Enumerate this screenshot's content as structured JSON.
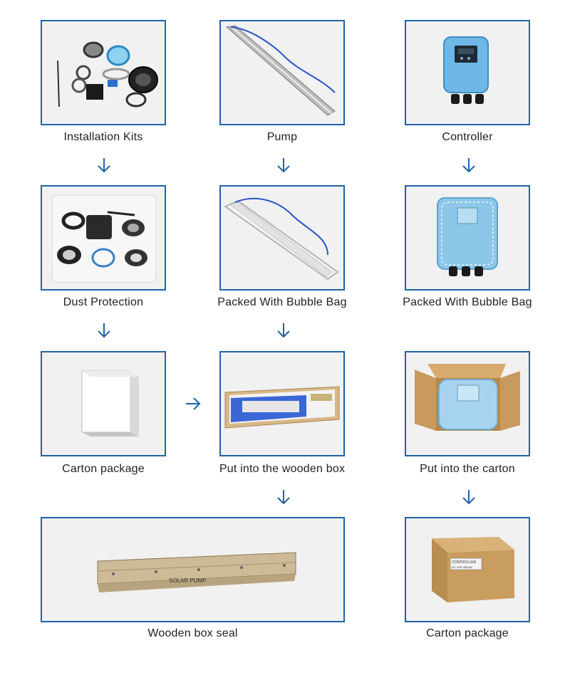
{
  "steps": {
    "installation_kits": "Installation Kits",
    "pump": "Pump",
    "controller": "Controller",
    "dust_protection": "Dust Protection",
    "pump_bubble_bag": "Packed With Bubble Bag",
    "controller_bubble_bag": "Packed With Bubble Bag",
    "carton_package_1": "Carton package",
    "wooden_box": "Put into the wooden box",
    "into_carton": "Put into the carton",
    "wooden_box_seal": "Wooden box seal",
    "carton_package_2": "Carton package"
  },
  "labels": {
    "box_stencil": "SOLAR PUMP",
    "carton_label_line1": "CONTROLLER",
    "carton_label_line2": "DC 1HP 4000W"
  },
  "colors": {
    "frame_border": "#1f63a8",
    "arrow": "#1f63a8",
    "photo_bg": "#f1f1f1",
    "controller_blue": "#6fb8e6"
  }
}
